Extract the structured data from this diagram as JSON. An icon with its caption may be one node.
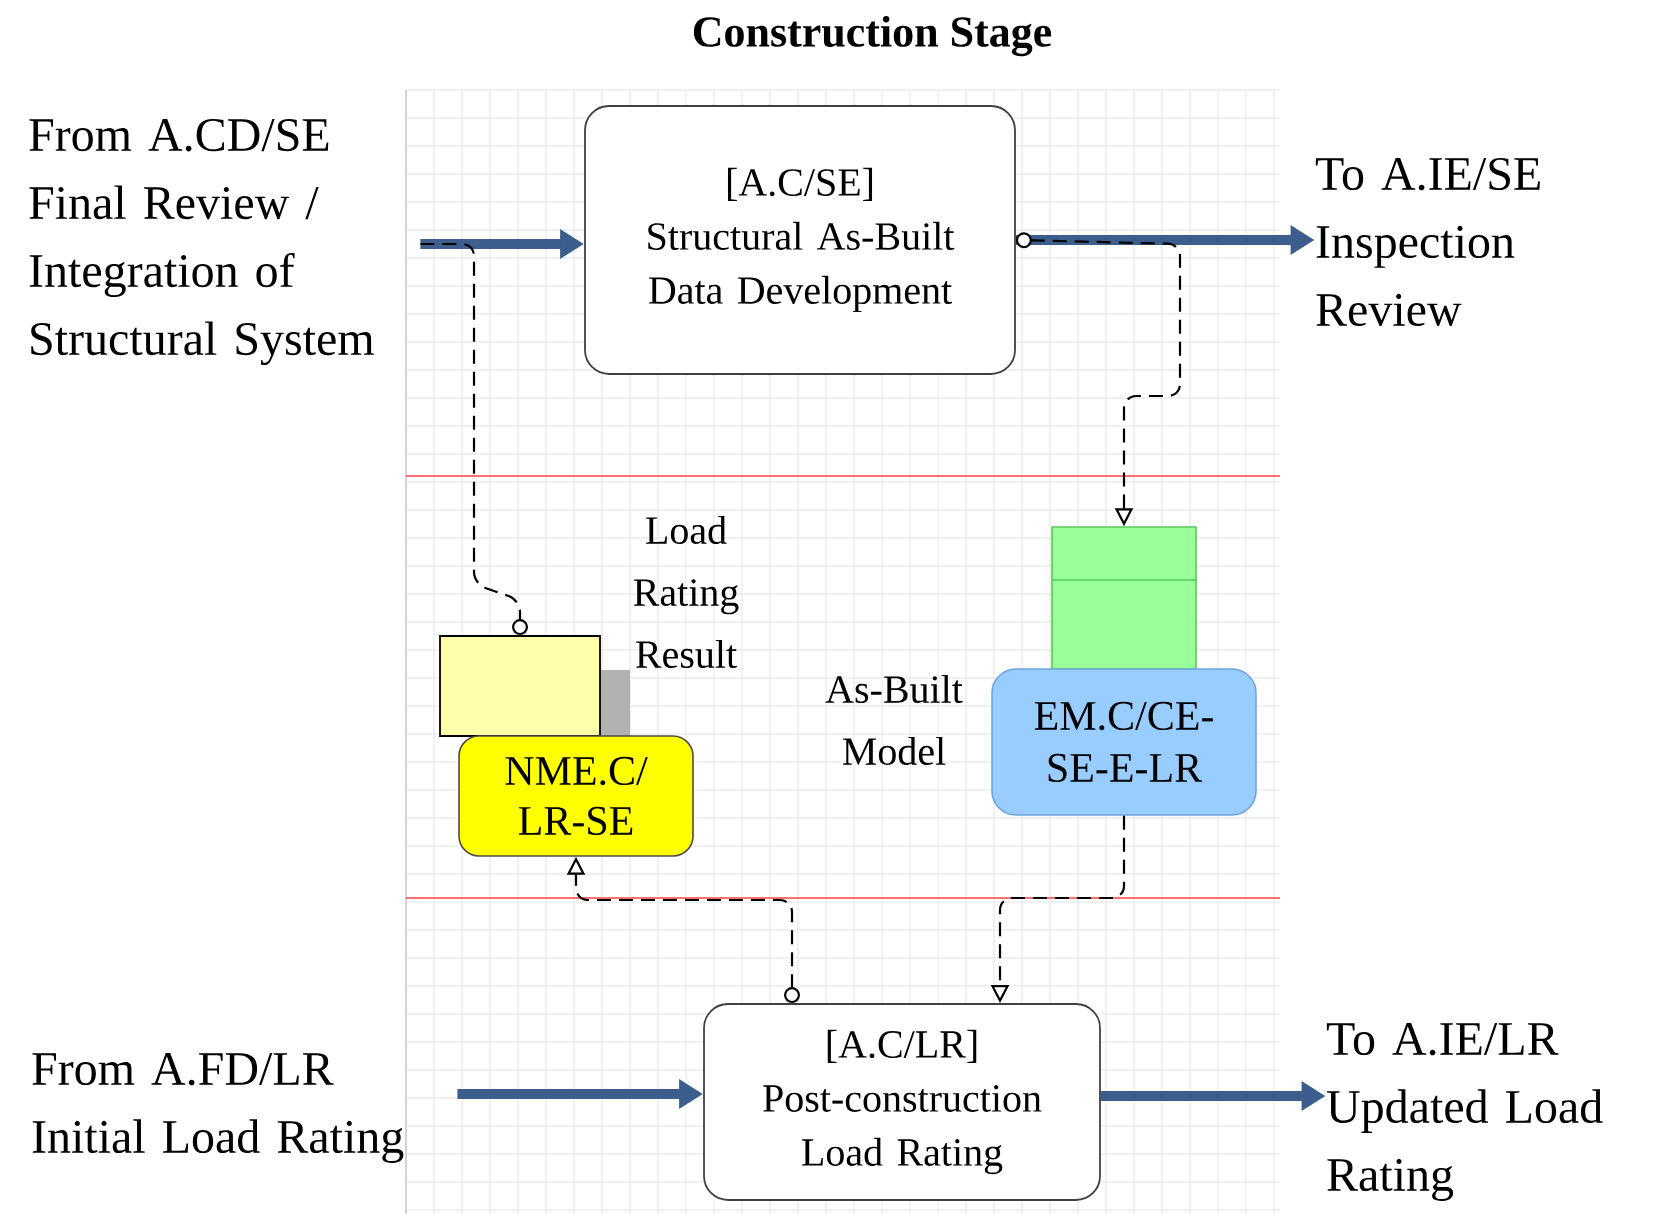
{
  "diagram": {
    "title": "Construction Stage",
    "nodes": [
      {
        "text": [
          "From A.CD/SE Final Review / Integration of Structural System"
        ]
      },
      {
        "text": [
          "[A.C/SE]",
          "Structural As-Built Data Development"
        ]
      },
      {
        "text": [
          "To A.IE/SE Inspection Review"
        ]
      },
      {
        "text": [],
        "shape": "box",
        "beside": [
          "Load Rating Result"
        ]
      },
      {
        "text": [
          "NME.C/ LR-SE"
        ]
      },
      {
        "text": [],
        "shape": "box"
      },
      {
        "text": [
          "EM.C/CE- SE-E-LR"
        ],
        "beside": [
          "As-Built Model"
        ]
      },
      {
        "text": [
          "[A.C/LR]",
          "Post-construction Load Rating"
        ]
      },
      {
        "text": [
          "From A.FD/LR Initial Load Rating"
        ]
      },
      {
        "text": [
          "To A.IE/LR Updated Load Rating"
        ]
      }
    ],
    "edges": [
      {
        "from": 0,
        "to": 1,
        "arrow": "to",
        "style": "thick",
        "color": "#3b5e8c"
      },
      {
        "from": 1,
        "to": 2,
        "arrow": "to",
        "style": "thick",
        "color": "#3b5e8c"
      },
      {
        "from": 0,
        "to": 3,
        "arrow": "other",
        "style": "dashed",
        "color": "#000000"
      },
      {
        "from": 1,
        "to": 5,
        "arrow": "to",
        "style": "dashed",
        "color": "#000000"
      },
      {
        "from": 7,
        "to": 4,
        "arrow": "to",
        "style": "dashed",
        "color": "#000000"
      },
      {
        "from": 6,
        "to": 7,
        "arrow": "to",
        "style": "dashed",
        "color": "#000000"
      },
      {
        "from": 8,
        "to": 7,
        "arrow": "to",
        "style": "thick",
        "color": "#3b5e8c"
      },
      {
        "from": 7,
        "to": 9,
        "arrow": "to",
        "style": "thick",
        "color": "#3b5e8c"
      }
    ]
  }
}
